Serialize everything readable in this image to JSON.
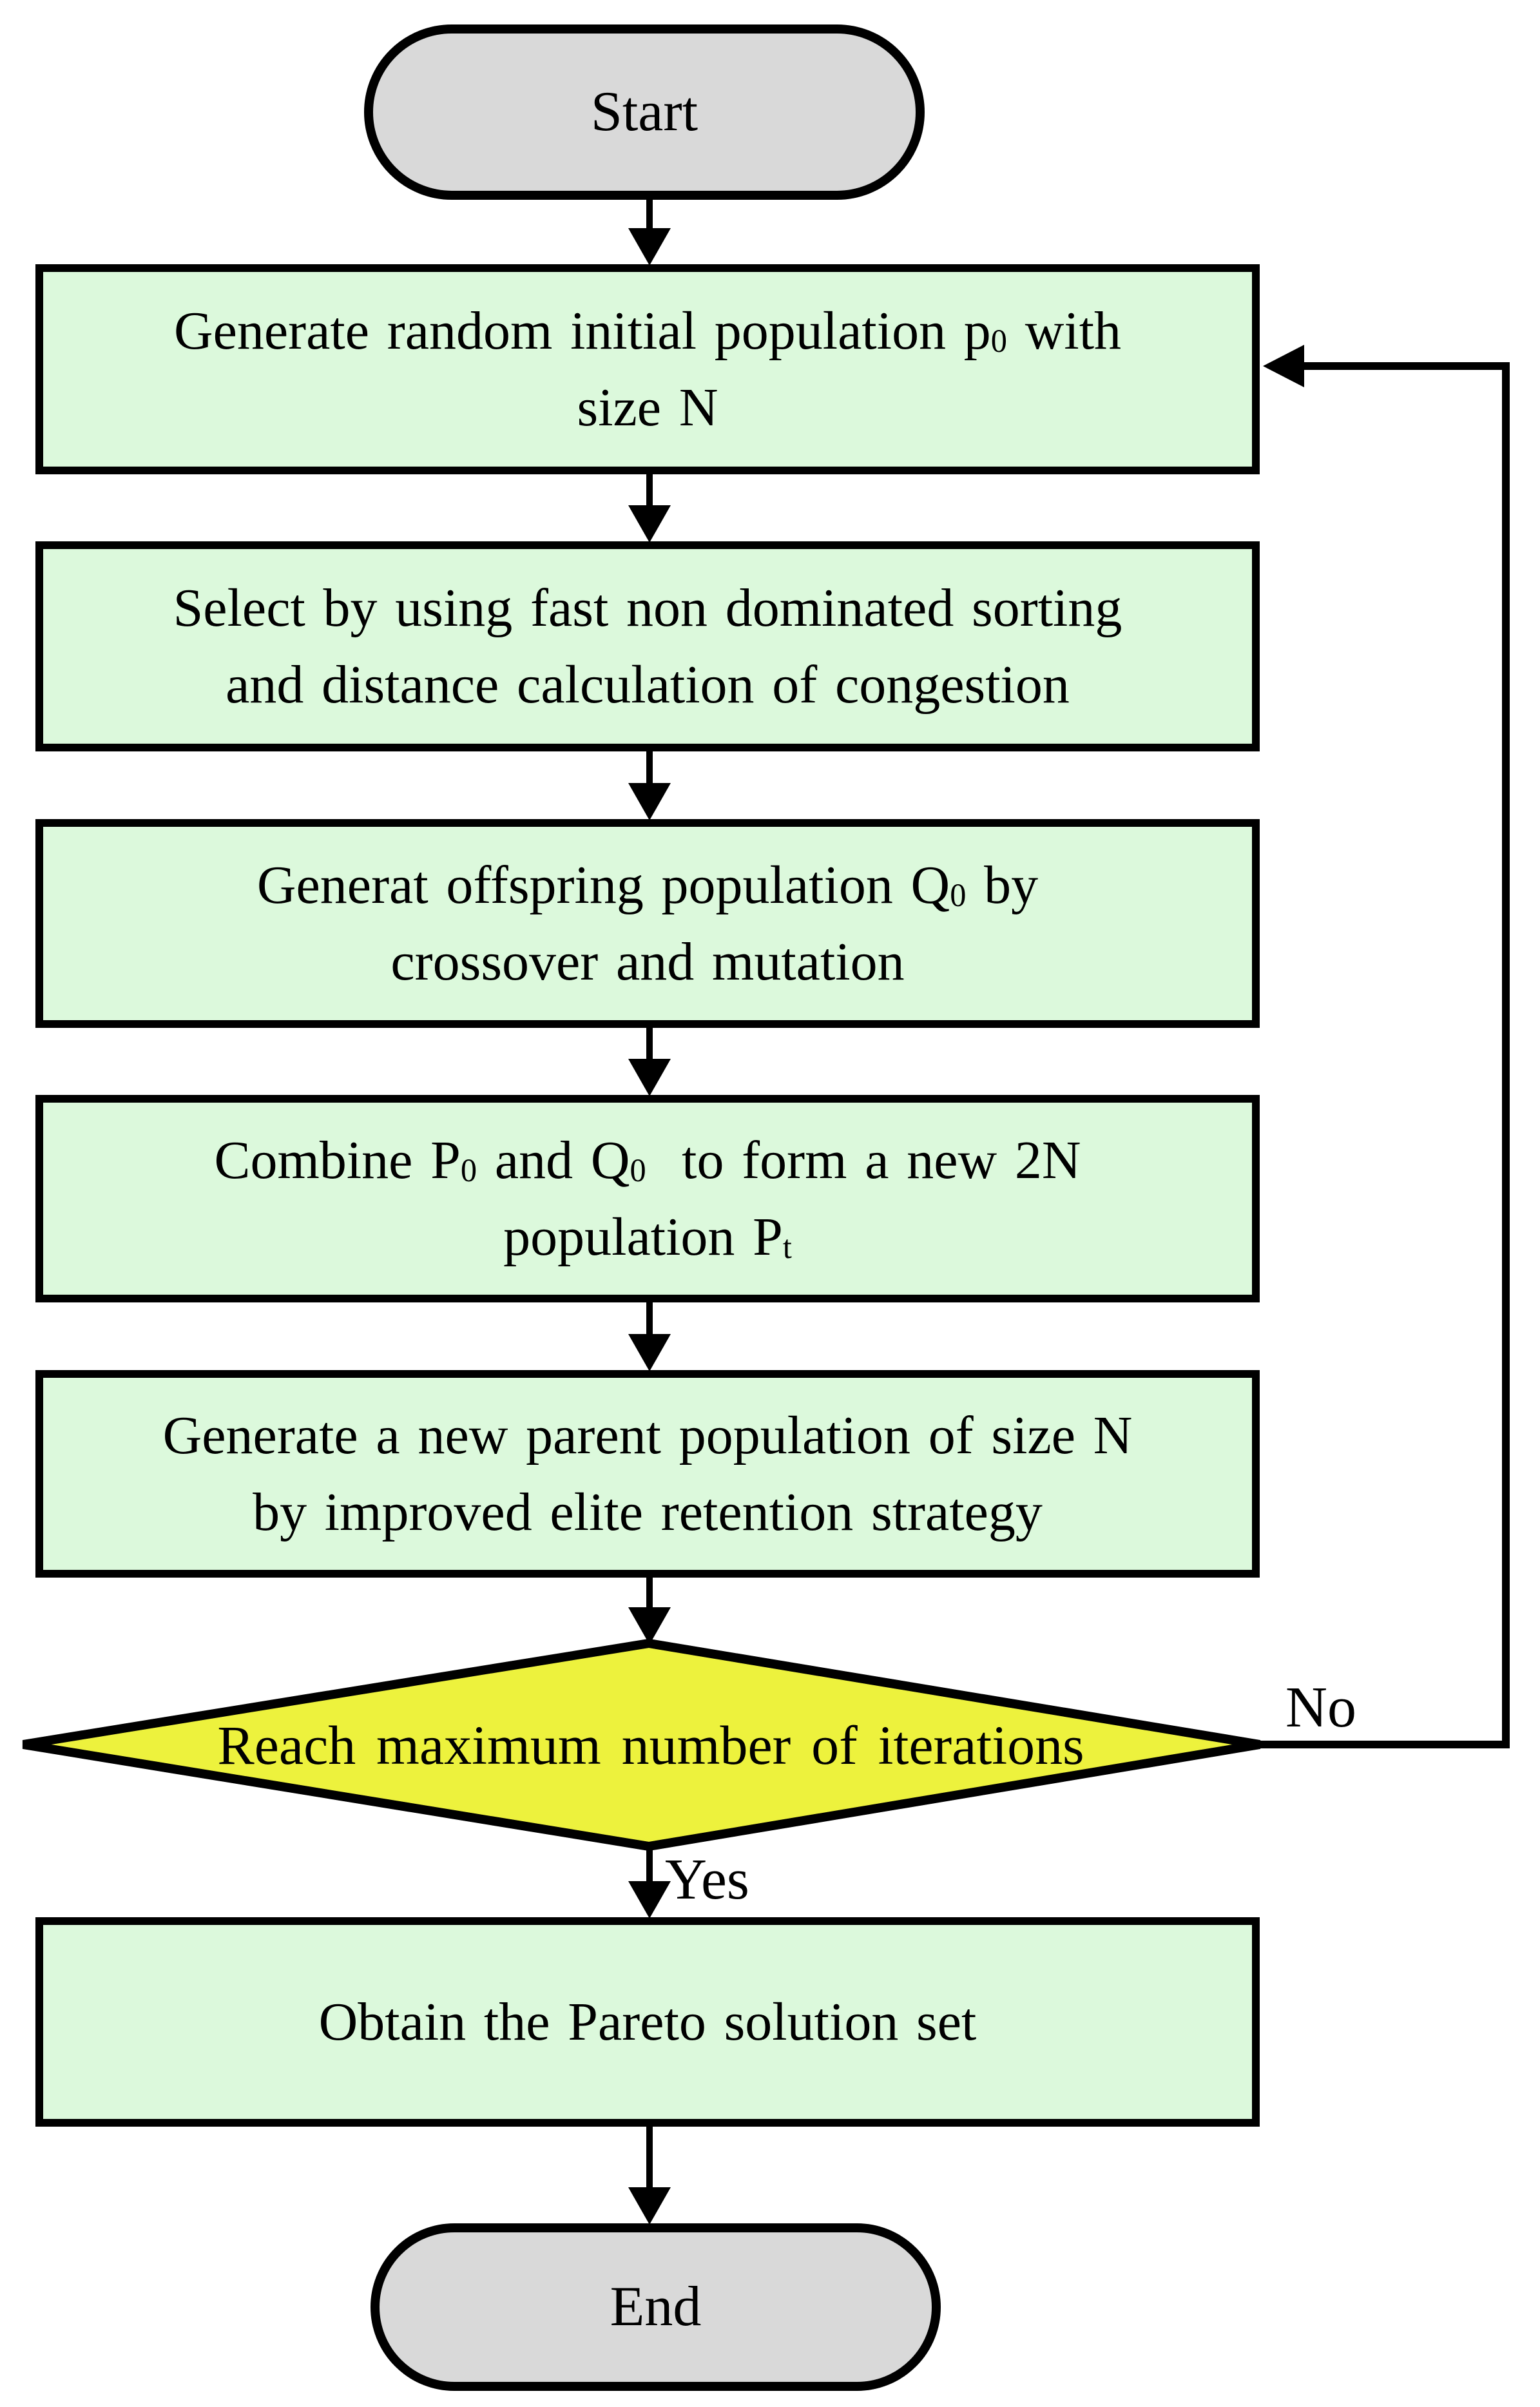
{
  "flowchart": {
    "colors": {
      "process_fill": "#dcf9dc",
      "terminator_fill": "#d9d9d9",
      "decision_fill": "#edf23d",
      "stroke": "#000000"
    },
    "nodes": {
      "start": {
        "type": "terminator",
        "label": "Start"
      },
      "generate_initial": {
        "type": "process",
        "lines": [
          [
            {
              "t": "Generate random initial population p"
            },
            {
              "sub": "0"
            },
            {
              "t": " with"
            }
          ],
          [
            {
              "t": "size N"
            }
          ]
        ]
      },
      "select_sorting": {
        "type": "process",
        "lines": [
          [
            {
              "t": "Select by using fast non dominated sorting"
            }
          ],
          [
            {
              "t": "and distance calculation of congestion"
            }
          ]
        ]
      },
      "generate_offspring": {
        "type": "process",
        "lines": [
          [
            {
              "t": "Generat offspring population Q"
            },
            {
              "sub": "0"
            },
            {
              "t": " by"
            }
          ],
          [
            {
              "t": "crossover and mutation"
            }
          ]
        ]
      },
      "combine_populations": {
        "type": "process",
        "lines": [
          [
            {
              "t": "Combine P"
            },
            {
              "sub": "0"
            },
            {
              "t": " and Q"
            },
            {
              "sub": "0"
            },
            {
              "t": "  to form a new 2N"
            }
          ],
          [
            {
              "t": "population P"
            },
            {
              "sub": "t"
            }
          ]
        ]
      },
      "new_parent": {
        "type": "process",
        "lines": [
          [
            {
              "t": "Generate a new parent population of size N"
            }
          ],
          [
            {
              "t": "by improved elite retention strategy"
            }
          ]
        ]
      },
      "decision": {
        "type": "decision",
        "label": "Reach maximum number of iterations"
      },
      "obtain_pareto": {
        "type": "process",
        "lines": [
          [
            {
              "t": "Obtain the Pareto solution set"
            }
          ]
        ]
      },
      "end": {
        "type": "terminator",
        "label": "End"
      }
    },
    "edge_labels": {
      "no": "No",
      "yes": "Yes"
    }
  }
}
